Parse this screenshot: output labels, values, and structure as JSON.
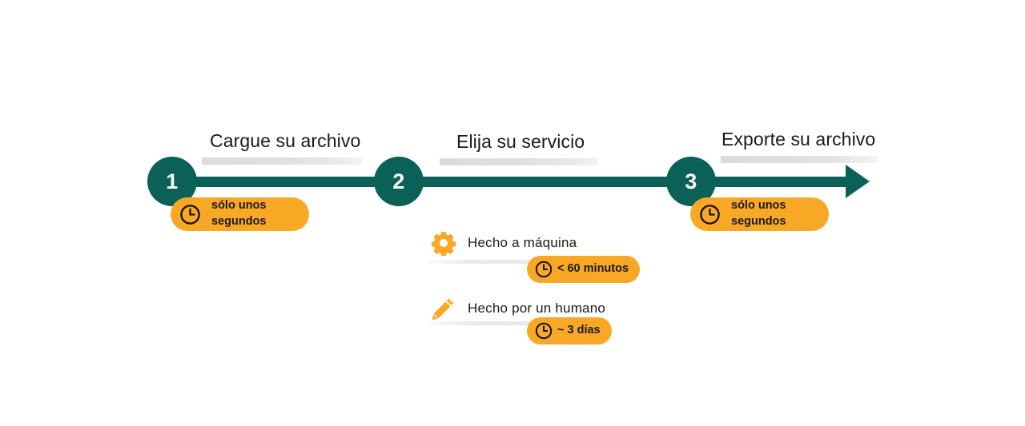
{
  "colors": {
    "teal": "#0b6157",
    "orange": "#f9a825",
    "text": "#1a1a1a",
    "grey_bar": "#dcdcdc",
    "background": "#ffffff"
  },
  "timeline": {
    "steps": [
      {
        "number": "1",
        "title": "Cargue su archivo",
        "badge": {
          "icon": "clock-icon",
          "text": "sólo unos\nsegundos"
        }
      },
      {
        "number": "2",
        "title": "Elija su servicio",
        "badge": null
      },
      {
        "number": "3",
        "title": "Exporte su archivo",
        "badge": {
          "icon": "clock-icon",
          "text": "sólo unos\nsegundos"
        }
      }
    ]
  },
  "services": [
    {
      "icon": "gear-icon",
      "label": "Hecho a máquina",
      "badge": {
        "icon": "clock-icon",
        "text": "< 60 minutos"
      }
    },
    {
      "icon": "pencil-icon",
      "label": "Hecho por un humano",
      "badge": {
        "icon": "clock-icon",
        "text": "~ 3 días"
      }
    }
  ]
}
